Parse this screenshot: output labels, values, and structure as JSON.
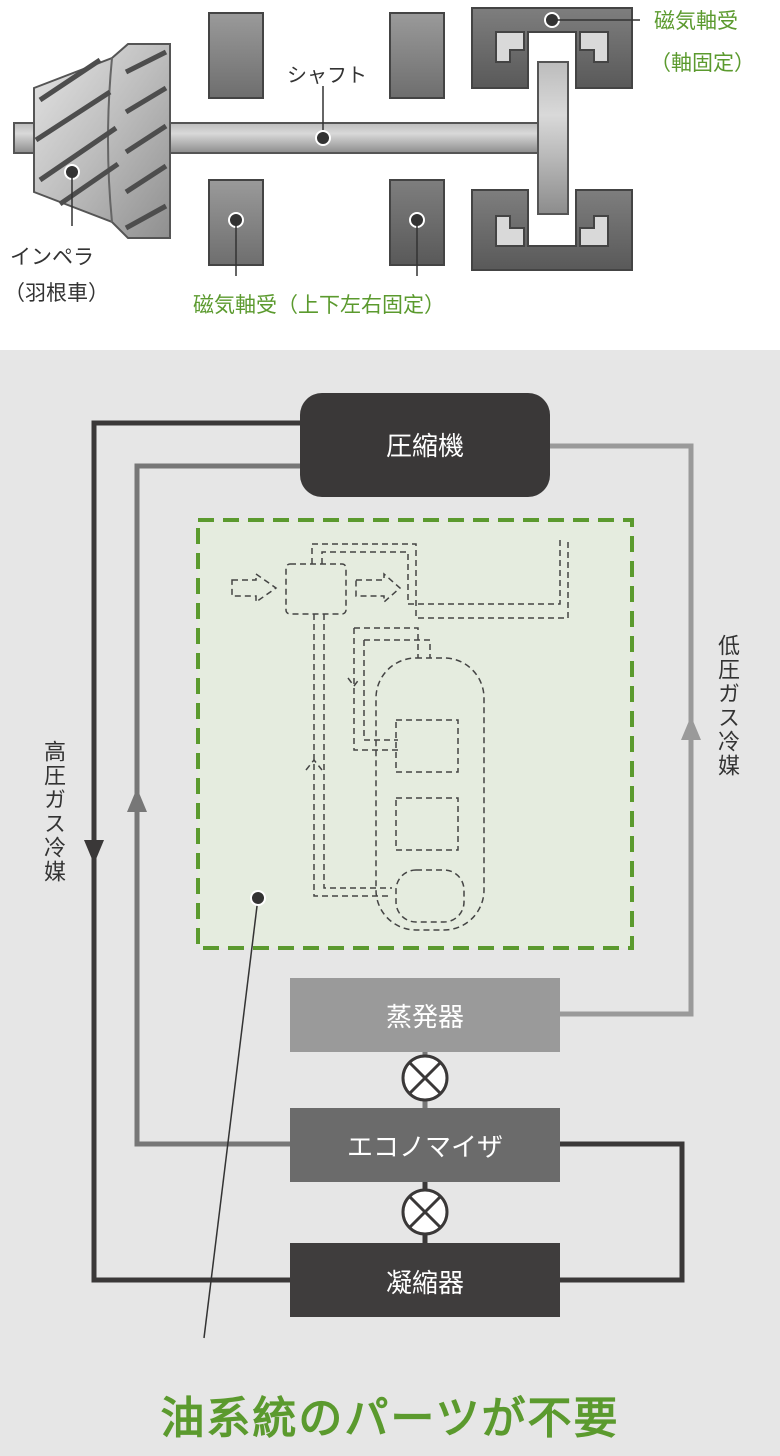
{
  "top_diagram": {
    "shaft_label": "シャフト",
    "impeller_label_line1": "インペラ",
    "impeller_label_line2": "（羽根車）",
    "axial_bearing_line1": "磁気軸受",
    "axial_bearing_line2": "（軸固定）",
    "radial_bearing_label": "磁気軸受（上下左右固定）"
  },
  "cycle": {
    "compressor": "圧縮機",
    "evaporator": "蒸発器",
    "economizer": "エコノマイザ",
    "condenser": "凝縮器",
    "high_pressure_label": "高圧ガス冷媒",
    "low_pressure_label": "低圧ガス冷媒"
  },
  "caption": "油系統のパーツが不要",
  "colors": {
    "green_accent": "#5b9a2e",
    "panel_bg": "#e6e6e6",
    "oil_area_bg": "#e5ecdf",
    "compressor_fill": "#3a3838",
    "evaporator_fill": "#9a9a9a",
    "economizer_fill": "#6b6b6b",
    "condenser_fill": "#3f3d3d"
  }
}
